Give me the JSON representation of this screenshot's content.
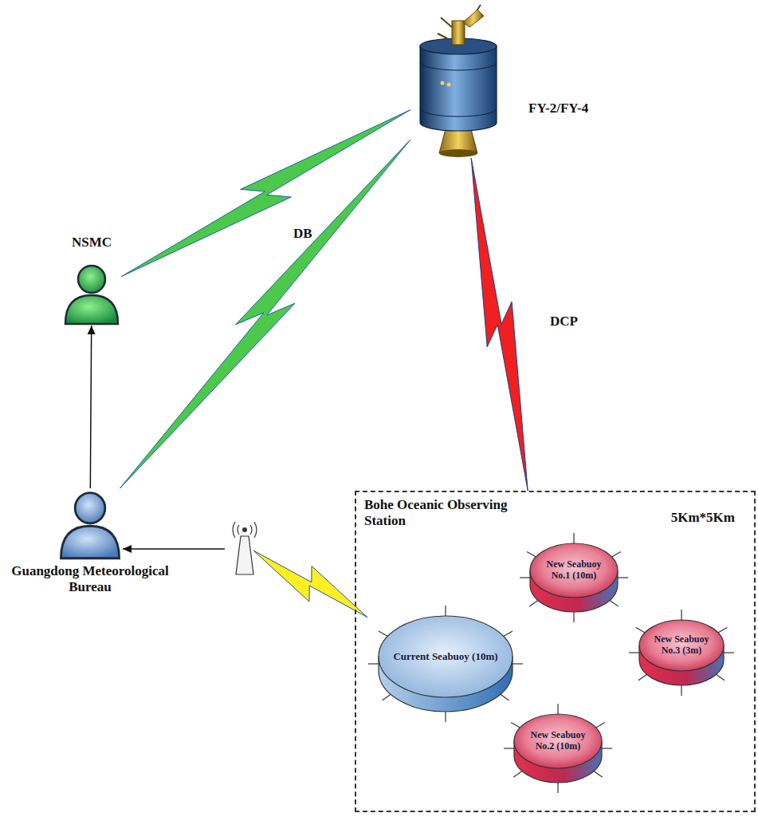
{
  "diagram": {
    "nodes": [
      {
        "text": [
          "FY-2/FY-4"
        ]
      },
      {
        "text": [
          "NSMC"
        ]
      },
      {
        "text": [
          "Guangdong Meteorological Bureau"
        ]
      },
      {
        "text": [
          "Bohe Oceanic Observing Station",
          "5Km*5Km"
        ]
      },
      {
        "text": [
          "New Seabuoy No.1 (10m)"
        ],
        "in": 3
      },
      {
        "text": [
          "Current Seabuoy (10m)"
        ],
        "in": 3
      },
      {
        "text": [
          "New Seabuoy No.3 (3m)"
        ],
        "in": 3
      },
      {
        "text": [
          "New Seabuoy No.2 (10m)"
        ],
        "in": 3
      }
    ],
    "edges": [
      {
        "from": 0,
        "to": 1,
        "label": "DB",
        "arrow": "none"
      },
      {
        "from": 0,
        "to": 2,
        "arrow": "none"
      },
      {
        "from": 0,
        "to": 3,
        "label": "DCP",
        "arrow": "none"
      },
      {
        "from": 2,
        "to": 1,
        "arrow": "to"
      },
      {
        "from": 5,
        "to": 2,
        "arrow": "to"
      }
    ]
  }
}
